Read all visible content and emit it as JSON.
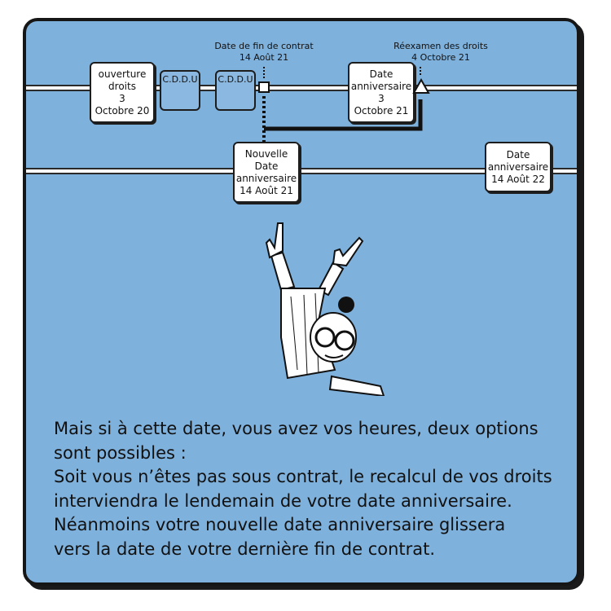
{
  "timeline": {
    "top_row": {
      "ouverture": [
        "ouverture",
        "droits",
        "3",
        "Octobre 20"
      ],
      "cddu_1": "C.D.D.U",
      "cddu_2": "C.D.D.U",
      "date_anniv": [
        "Date",
        "anniversaire",
        "3",
        "Octobre 21"
      ]
    },
    "annotations": {
      "fin_contrat": [
        "Date de fin de contrat",
        "14 Août 21"
      ],
      "reexamen": [
        "Réexamen des droits",
        "4 Octobre 21"
      ]
    },
    "bottom_row": {
      "nouvelle_date": [
        "Nouvelle",
        "Date",
        "anniversaire",
        "14 Août 21"
      ],
      "date_anniv_22": [
        "Date",
        "anniversaire",
        "14 Août 22"
      ]
    }
  },
  "caption": {
    "lines": [
      "Mais si à cette date, vous avez vos heures, deux options",
      "sont possibles :",
      "Soit vous n’êtes pas sous contrat, le recalcul de vos droits",
      "interviendra le lendemain de votre date anniversaire.",
      "Néanmoins votre nouvelle date anniversaire glissera",
      "vers la date de votre dernière fin de contrat."
    ]
  },
  "colors": {
    "panel_background": "#7fb1dd",
    "ink": "#111111"
  }
}
